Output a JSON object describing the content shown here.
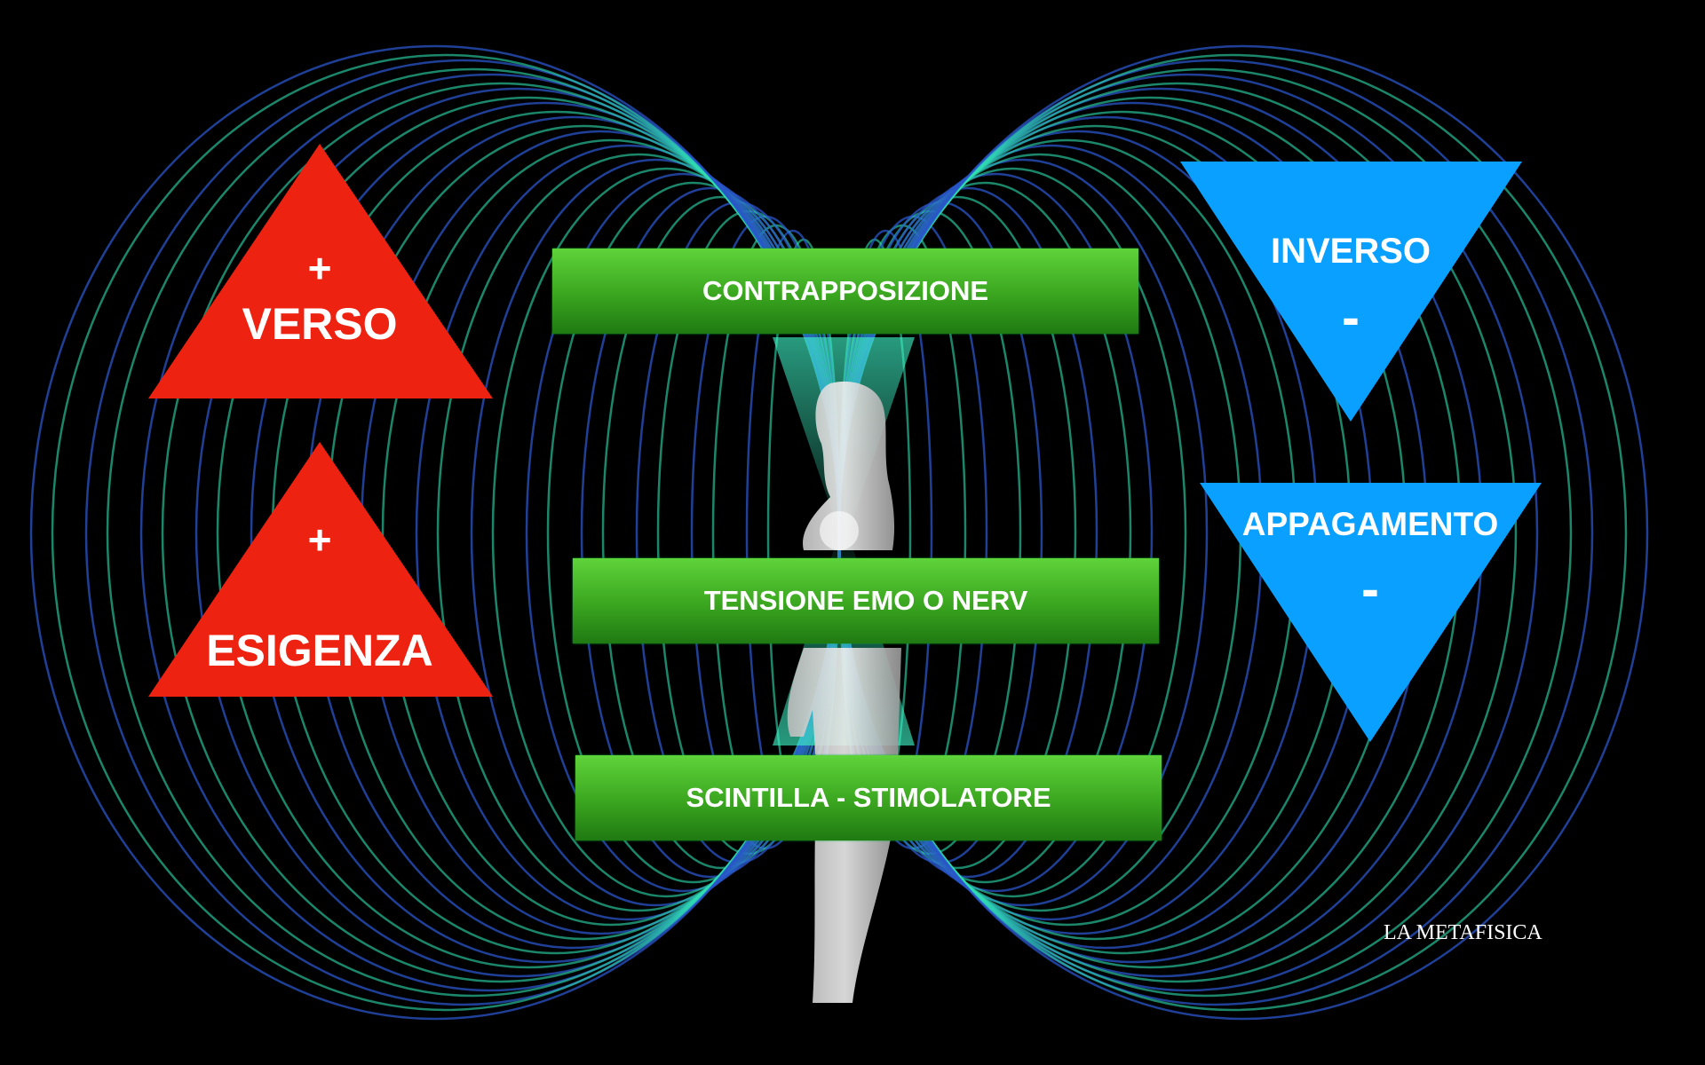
{
  "left_triangles": [
    {
      "sign": "+",
      "label": "VERSO"
    },
    {
      "sign": "+",
      "label": "ESIGENZA"
    }
  ],
  "right_triangles": [
    {
      "label": "INVERSO",
      "sign": "-"
    },
    {
      "label": "APPAGAMENTO",
      "sign": "-"
    }
  ],
  "center_boxes": [
    "CONTRAPPOSIZIONE",
    "TENSIONE EMO  O  NERV",
    "SCINTILLA  - STIMOLATORE"
  ],
  "signature": "LA METAFISICA",
  "colors": {
    "red": "#ee2211",
    "blue": "#0aa0ff",
    "green": "#3aa51f",
    "field_teal": "#2fe0b0",
    "field_blue": "#2a56c8"
  }
}
